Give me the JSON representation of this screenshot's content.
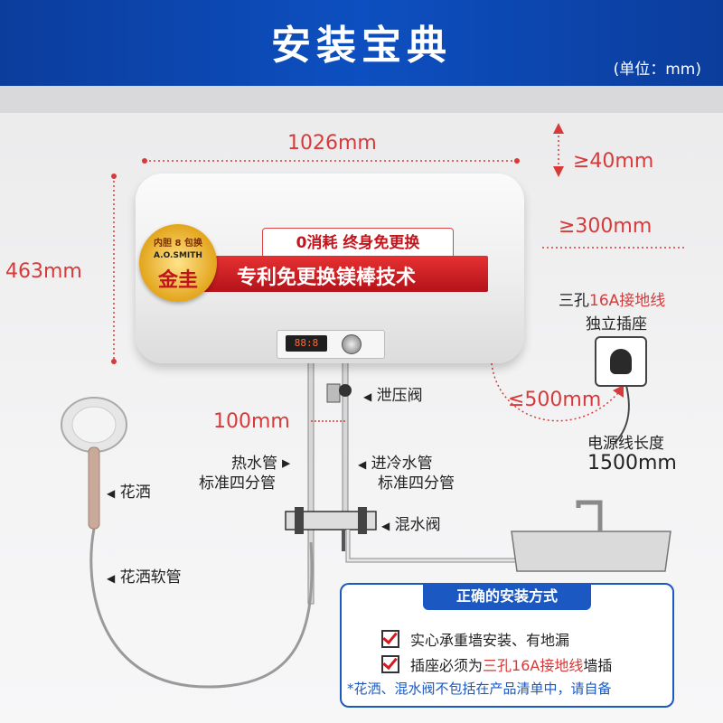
{
  "header": {
    "title": "安装宝典",
    "unit": "(单位：mm)"
  },
  "dimensions": {
    "width": "1026mm",
    "height": "463mm",
    "top_clearance": "≥40mm",
    "side_clearance": "≥300mm",
    "socket_distance": "≤500mm",
    "pipe_spacing": "100mm",
    "cord_length_label": "电源线长度",
    "cord_length": "1500mm"
  },
  "heater": {
    "slogan": "0消耗 终身免更换",
    "banner": "专利免更换镁棒技术",
    "seal_top": "内胆 8 包换",
    "seal_brand": "A.O.SMITH",
    "seal_name": "金圭",
    "display": "88:8"
  },
  "socket": {
    "line1_prefix": "三孔",
    "line1_highlight": "16A接地线",
    "line2": "独立插座"
  },
  "labels": {
    "relief_valve": "泄压阀",
    "hot_pipe_1": "热水管",
    "hot_pipe_2": "标准四分管",
    "cold_pipe_1": "进冷水管",
    "cold_pipe_2": "标准四分管",
    "shower": "花洒",
    "mixer": "混水阀",
    "hose": "花洒软管",
    "arrow": "◀"
  },
  "notice": {
    "title": "正确的安装方式",
    "item1": "实心承重墙安装、有地漏",
    "item2_prefix": "插座必须为",
    "item2_highlight": "三孔16A接地线",
    "item2_suffix": "墙插",
    "footnote": "*花洒、混水阀不包括在产品清单中，请自备"
  },
  "colors": {
    "header_blue": "#0d4fc0",
    "accent_red": "#d63a3a",
    "notice_blue": "#1b58c2"
  }
}
